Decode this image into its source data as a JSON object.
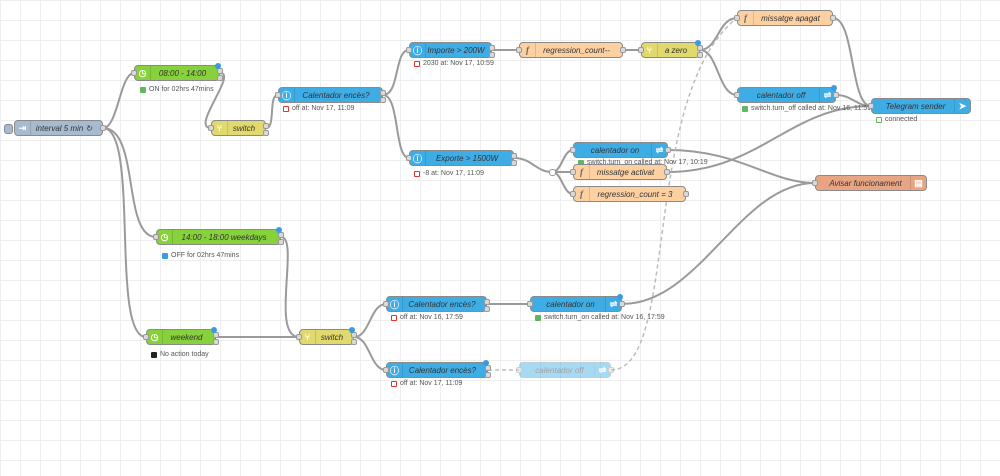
{
  "nodes": {
    "interval": {
      "label": "interval 5 min ↻",
      "icon": "⇥"
    },
    "time_0814": {
      "label": "08:00 - 14:00",
      "status": "ON for 02hrs 47mins"
    },
    "switch_top": {
      "label": "switch"
    },
    "cal_enc_top": {
      "label": "Calentador encès?",
      "status": "off at: Nov 17, 11:09"
    },
    "importe": {
      "label": "Importe > 200W",
      "status": "2030 at: Nov 17, 10:59"
    },
    "regression_minus": {
      "label": "regression_count--"
    },
    "a_zero": {
      "label": "a zero"
    },
    "missatge_apagat": {
      "label": "missatge apagat"
    },
    "cal_off_top": {
      "label": "calentador off",
      "status": "switch.turn_off called at: Nov 16, 11:59"
    },
    "telegram": {
      "label": "Telegram sender",
      "status": "connected"
    },
    "exporte": {
      "label": "Exporte > 1500W",
      "status": "-8 at: Nov 17, 11:09"
    },
    "cal_on_mid": {
      "label": "calentador on",
      "status": "switch.turn_on called at: Nov 17, 10:19"
    },
    "missatge_activat": {
      "label": "missatge activat"
    },
    "regression_eq3": {
      "label": "regression_count = 3"
    },
    "avisar": {
      "label": "Avisar funcionament"
    },
    "time_1418": {
      "label": "14:00 - 18:00 weekdays",
      "status": "OFF for 02hrs 47mins"
    },
    "weekend": {
      "label": "weekend",
      "status": "No action today"
    },
    "switch_bottom": {
      "label": "switch"
    },
    "cal_enc_mid": {
      "label": "Calentador encès?",
      "status": "off at: Nov 16, 17:59"
    },
    "cal_on_bottom": {
      "label": "calentador on",
      "status": "switch.turn_on called at: Nov 16, 17:59"
    },
    "cal_enc_bottom": {
      "label": "Calentador encès?",
      "status": "off at: Nov 17, 11:09"
    },
    "cal_off_disabled": {
      "label": "calentador off"
    }
  },
  "colors": {
    "inject": "#a6bbcf",
    "time": "#87d13c",
    "switch": "#e2d96e",
    "ha": "#3fade5",
    "function": "#fdd0a2",
    "avisar": "#e7a584",
    "wire": "#999999"
  }
}
